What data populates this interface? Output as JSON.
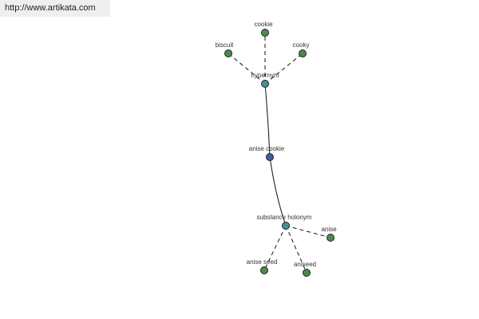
{
  "header": {
    "url": "http://www.artikata.com"
  },
  "colors": {
    "background": "#ffffff",
    "url_bar_bg": "#efefef",
    "center_node": "#3f5f9f",
    "relation_node": "#4a9090",
    "leaf_node": "#4a8c4a",
    "node_stroke": "#222222",
    "edge": "#111111"
  },
  "graph": {
    "center": {
      "label": "anise cookie"
    },
    "relations": [
      {
        "label": "hypernym",
        "terms": [
          "biscuit",
          "cookie",
          "cooky"
        ]
      },
      {
        "label": "substance holonym",
        "terms": [
          "anise seed",
          "aniseed",
          "anise"
        ]
      }
    ]
  }
}
